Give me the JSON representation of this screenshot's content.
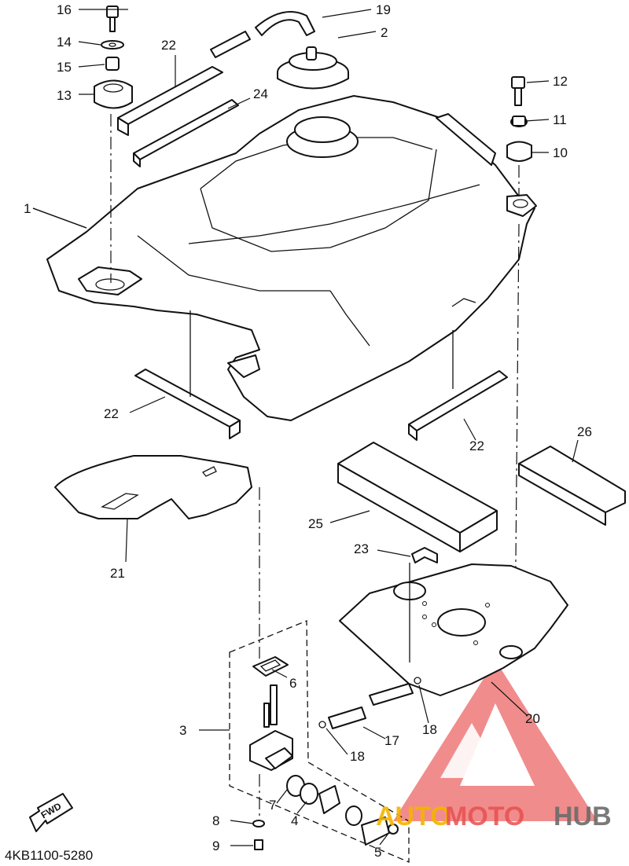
{
  "diagram": {
    "code": "4KB1100-5280",
    "fwd_label": "FWD",
    "callouts": [
      {
        "id": "c1",
        "label": "1"
      },
      {
        "id": "c2",
        "label": "2"
      },
      {
        "id": "c3",
        "label": "3"
      },
      {
        "id": "c4",
        "label": "4"
      },
      {
        "id": "c5",
        "label": "5"
      },
      {
        "id": "c6",
        "label": "6"
      },
      {
        "id": "c7",
        "label": "7"
      },
      {
        "id": "c8",
        "label": "8"
      },
      {
        "id": "c9",
        "label": "9"
      },
      {
        "id": "c10",
        "label": "10"
      },
      {
        "id": "c11",
        "label": "11"
      },
      {
        "id": "c12",
        "label": "12"
      },
      {
        "id": "c13",
        "label": "13"
      },
      {
        "id": "c14",
        "label": "14"
      },
      {
        "id": "c15",
        "label": "15"
      },
      {
        "id": "c16",
        "label": "16"
      },
      {
        "id": "c17",
        "label": "17"
      },
      {
        "id": "c18a",
        "label": "18"
      },
      {
        "id": "c18b",
        "label": "18"
      },
      {
        "id": "c19",
        "label": "19"
      },
      {
        "id": "c20",
        "label": "20"
      },
      {
        "id": "c21",
        "label": "21"
      },
      {
        "id": "c22a",
        "label": "22"
      },
      {
        "id": "c22b",
        "label": "22"
      },
      {
        "id": "c22c",
        "label": "22"
      },
      {
        "id": "c23",
        "label": "23"
      },
      {
        "id": "c24",
        "label": "24"
      },
      {
        "id": "c25",
        "label": "25"
      },
      {
        "id": "c26",
        "label": "26"
      }
    ]
  },
  "watermark": {
    "text_orange": "AUTO",
    "text_red": "MOTO",
    "text_gray": "HUB",
    "colors": {
      "orange": "#f4b400",
      "red": "#e85050",
      "gray": "#6b6b6b",
      "logo": "#ec6a6a"
    }
  }
}
